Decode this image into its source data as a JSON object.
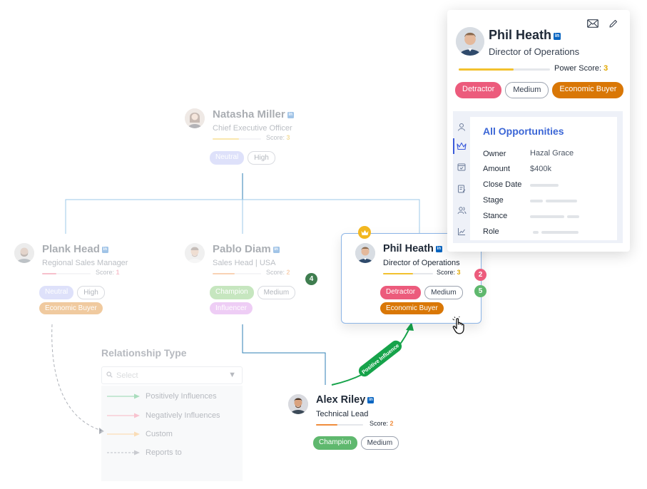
{
  "colors": {
    "linkedin": "#0a66c2",
    "accent": "#3b66d6",
    "positive": "#16a34a",
    "detractor": "#ec5b7c",
    "economic": "#d97706",
    "champion": "#6cbf5a",
    "neutral": "#a9b3f4",
    "influencer": "#d47ee6",
    "score_yellow": "#f2c12e"
  },
  "nodes": {
    "natasha": {
      "name": "Natasha Miller",
      "role": "Chief Executive Officer",
      "score_label": "Score:",
      "score": "3",
      "tags": [
        "Neutral",
        "High"
      ]
    },
    "plank": {
      "name": "Plank Head",
      "role": "Regional Sales Manager",
      "score_label": "Score:",
      "score": "1",
      "tags": [
        "Neutral",
        "High",
        "Economic Buyer"
      ]
    },
    "pablo": {
      "name": "Pablo Diam",
      "role": "Sales Head | USA",
      "score_label": "Score:",
      "score": "2",
      "tags": [
        "Champion",
        "Medium",
        "Influencer"
      ],
      "badge": "4"
    },
    "phil": {
      "name": "Phil Heath",
      "role": "Director of Operations",
      "score_label": "Score:",
      "score": "3",
      "tags": [
        "Detractor",
        "Medium",
        "Economic Buyer"
      ],
      "badge_red": "2",
      "badge_green": "5",
      "crown_icon": "crown-icon",
      "cursor_icon": "hand-pointer-icon"
    },
    "alex": {
      "name": "Alex Riley",
      "role": "Technical Lead",
      "score_label": "Score:",
      "score": "2",
      "tags": [
        "Champion",
        "Medium"
      ]
    }
  },
  "edge_label": "Positive Influence",
  "relationship_panel": {
    "title": "Relationship Type",
    "select_placeholder": "Select",
    "items": [
      "Positively Influences",
      "Negatively Influences",
      "Custom",
      "Reports to"
    ]
  },
  "detail_panel": {
    "name": "Phil Heath",
    "role": "Director of Operations",
    "power_score_label": "Power Score:",
    "power_score": "3",
    "tags": [
      "Detractor",
      "Medium",
      "Economic Buyer"
    ],
    "icons": [
      "mail-icon",
      "edit-icon"
    ],
    "rail_icons": [
      "person-icon",
      "crown-icon",
      "calendar-check-icon",
      "notes-icon",
      "people-icon",
      "chart-icon"
    ],
    "opportunities": {
      "title": "All Opportunities",
      "rows": [
        {
          "label": "Owner",
          "value": "Hazal Grace"
        },
        {
          "label": "Amount",
          "value": "$400k"
        },
        {
          "label": "Close Date",
          "value": ""
        },
        {
          "label": "Stage",
          "value": ""
        },
        {
          "label": "Stance",
          "value": ""
        },
        {
          "label": "Role",
          "value": ""
        }
      ]
    }
  },
  "score_fraction": {
    "natasha": 0.55,
    "plank": 0.3,
    "pablo": 0.45,
    "phil": 0.6,
    "alex": 0.45,
    "power": 0.6
  }
}
